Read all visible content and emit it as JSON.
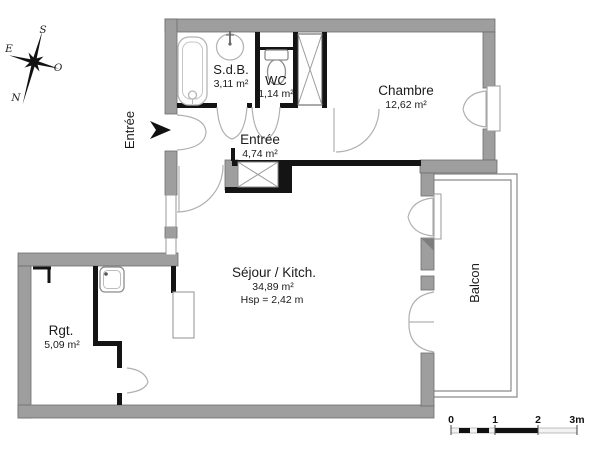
{
  "rooms": {
    "sdb": {
      "name": "S.d.B.",
      "area": "3,11 m²"
    },
    "wc": {
      "name": "WC",
      "area": "1,14 m²"
    },
    "chambre": {
      "name": "Chambre",
      "area": "12,62 m²"
    },
    "entree": {
      "name": "Entrée",
      "area": "4,74 m²"
    },
    "sejour": {
      "name": "Séjour / Kitch.",
      "area": "34,89 m²",
      "ceiling": "Hsp = 2,42 m"
    },
    "rgt": {
      "name": "Rgt.",
      "area": "5,09 m²"
    },
    "balcon": {
      "name": "Balcon"
    }
  },
  "entrance": {
    "label": "Entrée"
  },
  "compass": {
    "north": "N",
    "south": "S",
    "east": "E",
    "west": "O"
  },
  "scale_bar": {
    "t0": "0",
    "t1": "1",
    "t2": "2",
    "t3": "3m"
  },
  "colors": {
    "exterior_wall": "#9e9e9e",
    "interior_wall": "#141414",
    "fixture_line": "#b5b5b5",
    "background": "#ffffff"
  }
}
